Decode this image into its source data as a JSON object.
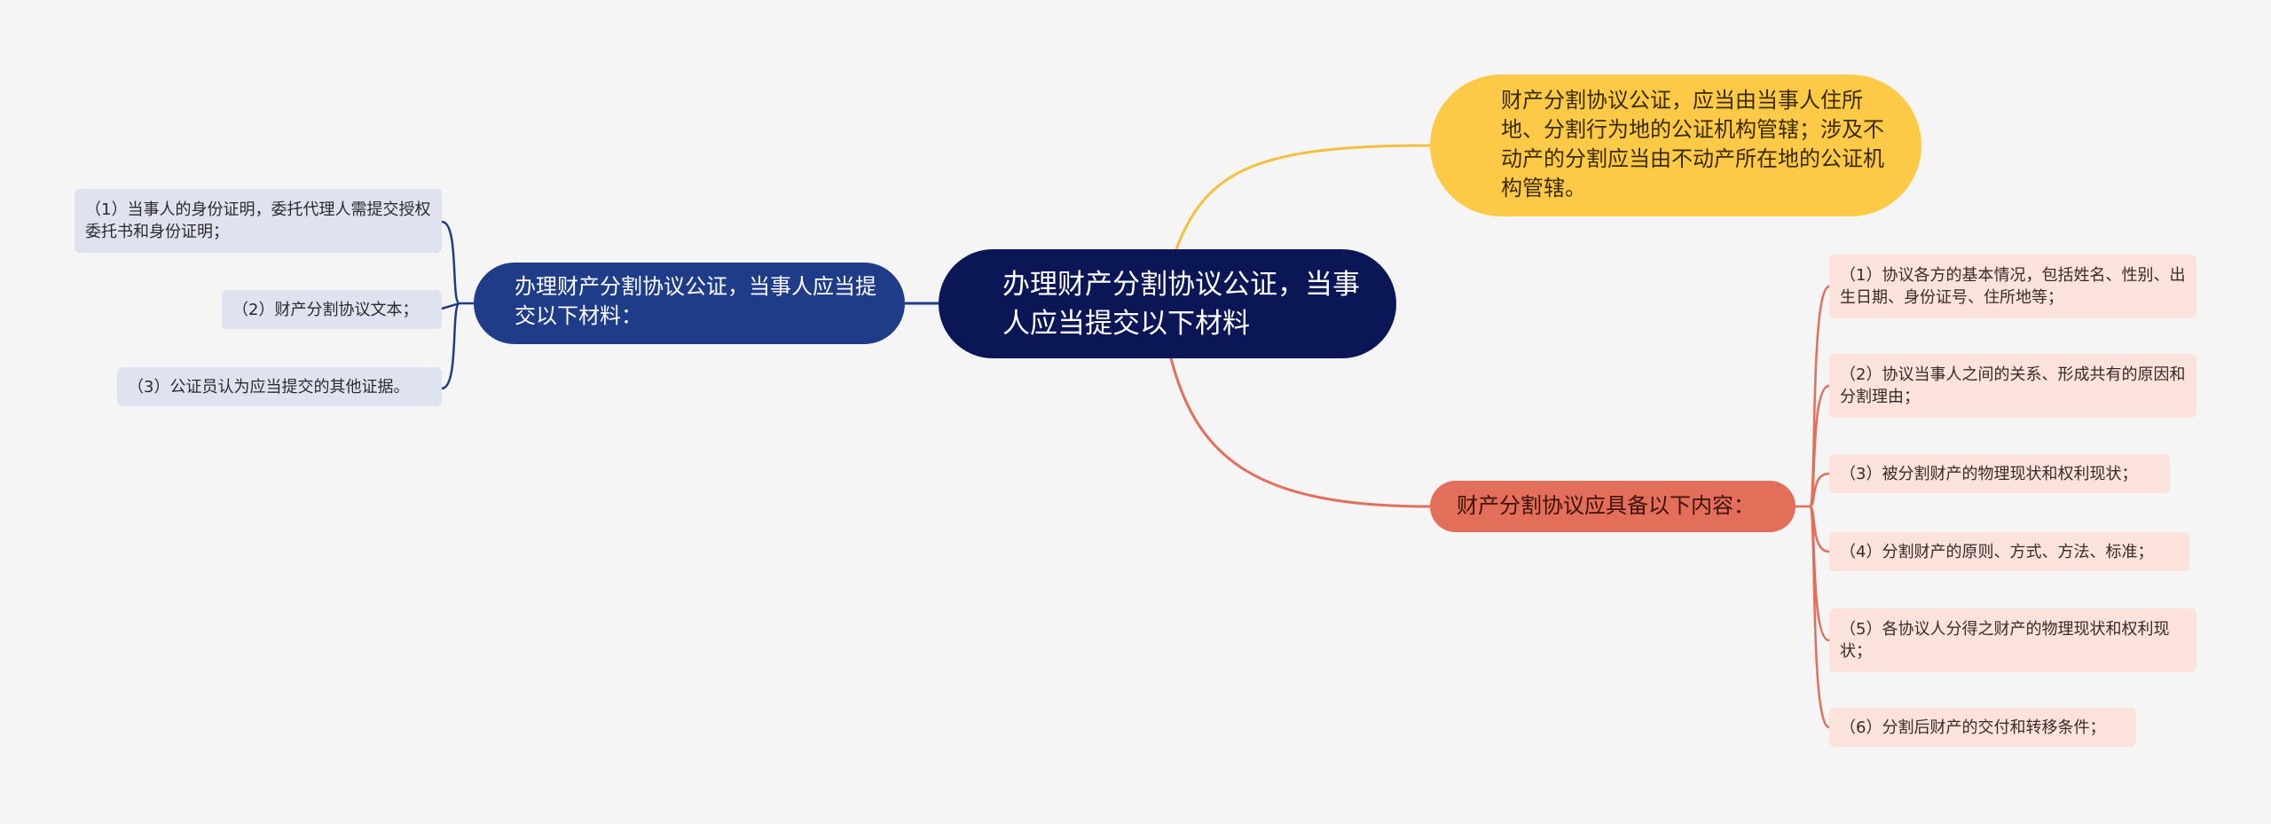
{
  "diagram": {
    "root": {
      "text": "办理财产分割协议公证，当事人应当提交以下材料"
    },
    "left_branch": {
      "text": "办理财产分割协议公证，当事人应当提交以下材料：",
      "color": "#1f3c88",
      "children": [
        "（1）当事人的身份证明，委托代理人需提交授权委托书和身份证明；",
        "（2）财产分割协议文本；",
        "（3）公证员认为应当提交的其他证据。"
      ]
    },
    "note": {
      "text": "财产分割协议公证，应当由当事人住所地、分割行为地的公证机构管辖；涉及不动产的分割应当由不动产所在地的公证机构管辖。",
      "color": "#fdca47"
    },
    "right_branch": {
      "text": "财产分割协议应具备以下内容：",
      "color": "#e36e5a",
      "children": [
        "（1）协议各方的基本情况，包括姓名、性别、出生日期、身份证号、住所地等；",
        "（2）协议当事人之间的关系、形成共有的原因和分割理由；",
        "（3）被分割财产的物理现状和权利现状；",
        "（4）分割财产的原则、方式、方法、标准；",
        "（5）各协议人分得之财产的物理现状和权利现状；",
        "（6）分割后财产的交付和转移条件；"
      ]
    }
  }
}
